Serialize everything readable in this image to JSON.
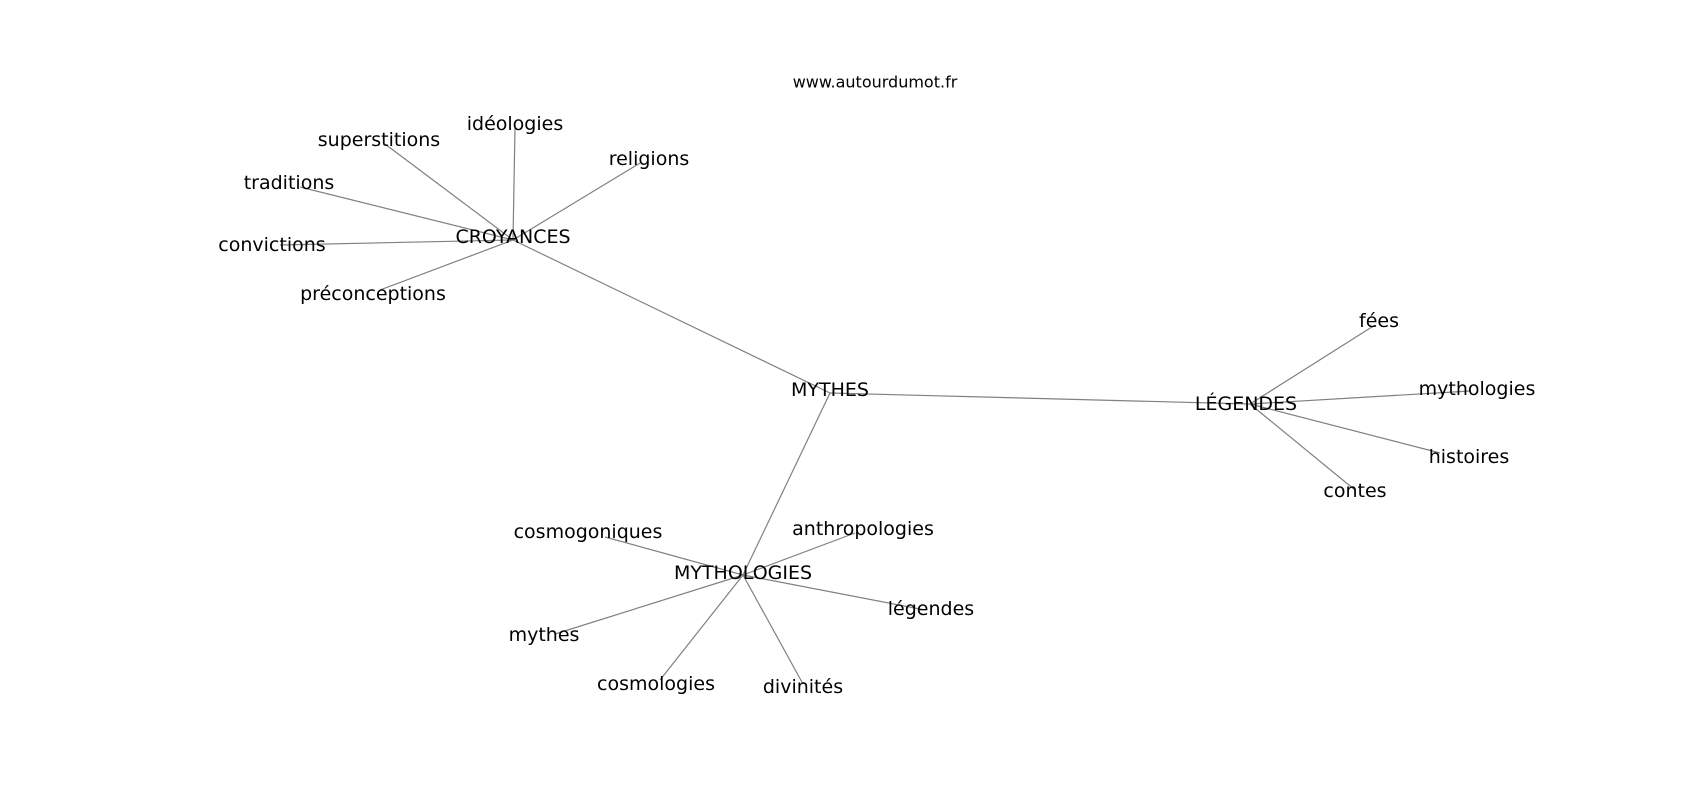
{
  "source": "www.autourdumot.fr",
  "center": "MYTHES",
  "hubs": [
    {
      "label": "CROYANCES",
      "leaves": [
        "superstitions",
        "idéologies",
        "religions",
        "traditions",
        "convictions",
        "préconceptions"
      ]
    },
    {
      "label": "LÉGENDES",
      "leaves": [
        "fées",
        "mythologies",
        "histoires",
        "contes"
      ]
    },
    {
      "label": "MYTHOLOGIES",
      "leaves": [
        "cosmogoniques",
        "anthropologies",
        "légendes",
        "mythes",
        "cosmologies",
        "divinités"
      ]
    }
  ]
}
